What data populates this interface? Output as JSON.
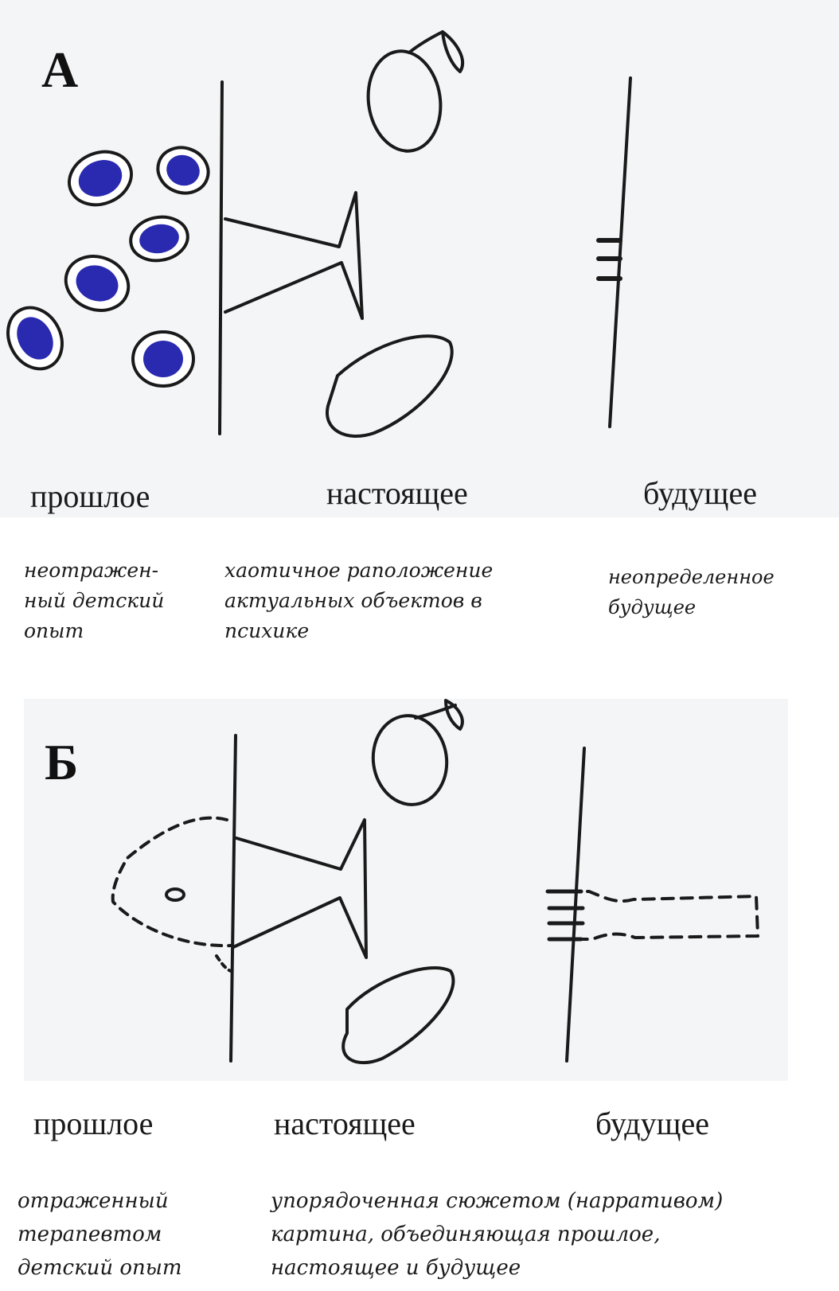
{
  "panel_a": {
    "letter": "А",
    "labels": {
      "past": "прошлое",
      "present": "настоящее",
      "future": "будущее"
    },
    "captions": {
      "past": [
        "неотражен-",
        "ный детский",
        "опыт"
      ],
      "present": [
        "хаотичное раположение",
        "актуальных объектов в",
        "психике"
      ],
      "future": [
        "неопределенное",
        "будущее"
      ]
    }
  },
  "panel_b": {
    "letter": "Б",
    "labels": {
      "past": "прошлое",
      "present": "настоящее",
      "future": "будущее"
    },
    "captions": {
      "past": [
        "отраженный",
        "терапевтом",
        "детский опыт"
      ],
      "present": [
        "упорядоченная сюжетом (нарративом)",
        "картина, объединяющая прошлое,",
        "настоящее и будущее"
      ]
    }
  },
  "colors": {
    "ink": "#1a1a1a",
    "blue_fill": "#2a2ab0",
    "panel_bg": "#f4f5f7"
  }
}
